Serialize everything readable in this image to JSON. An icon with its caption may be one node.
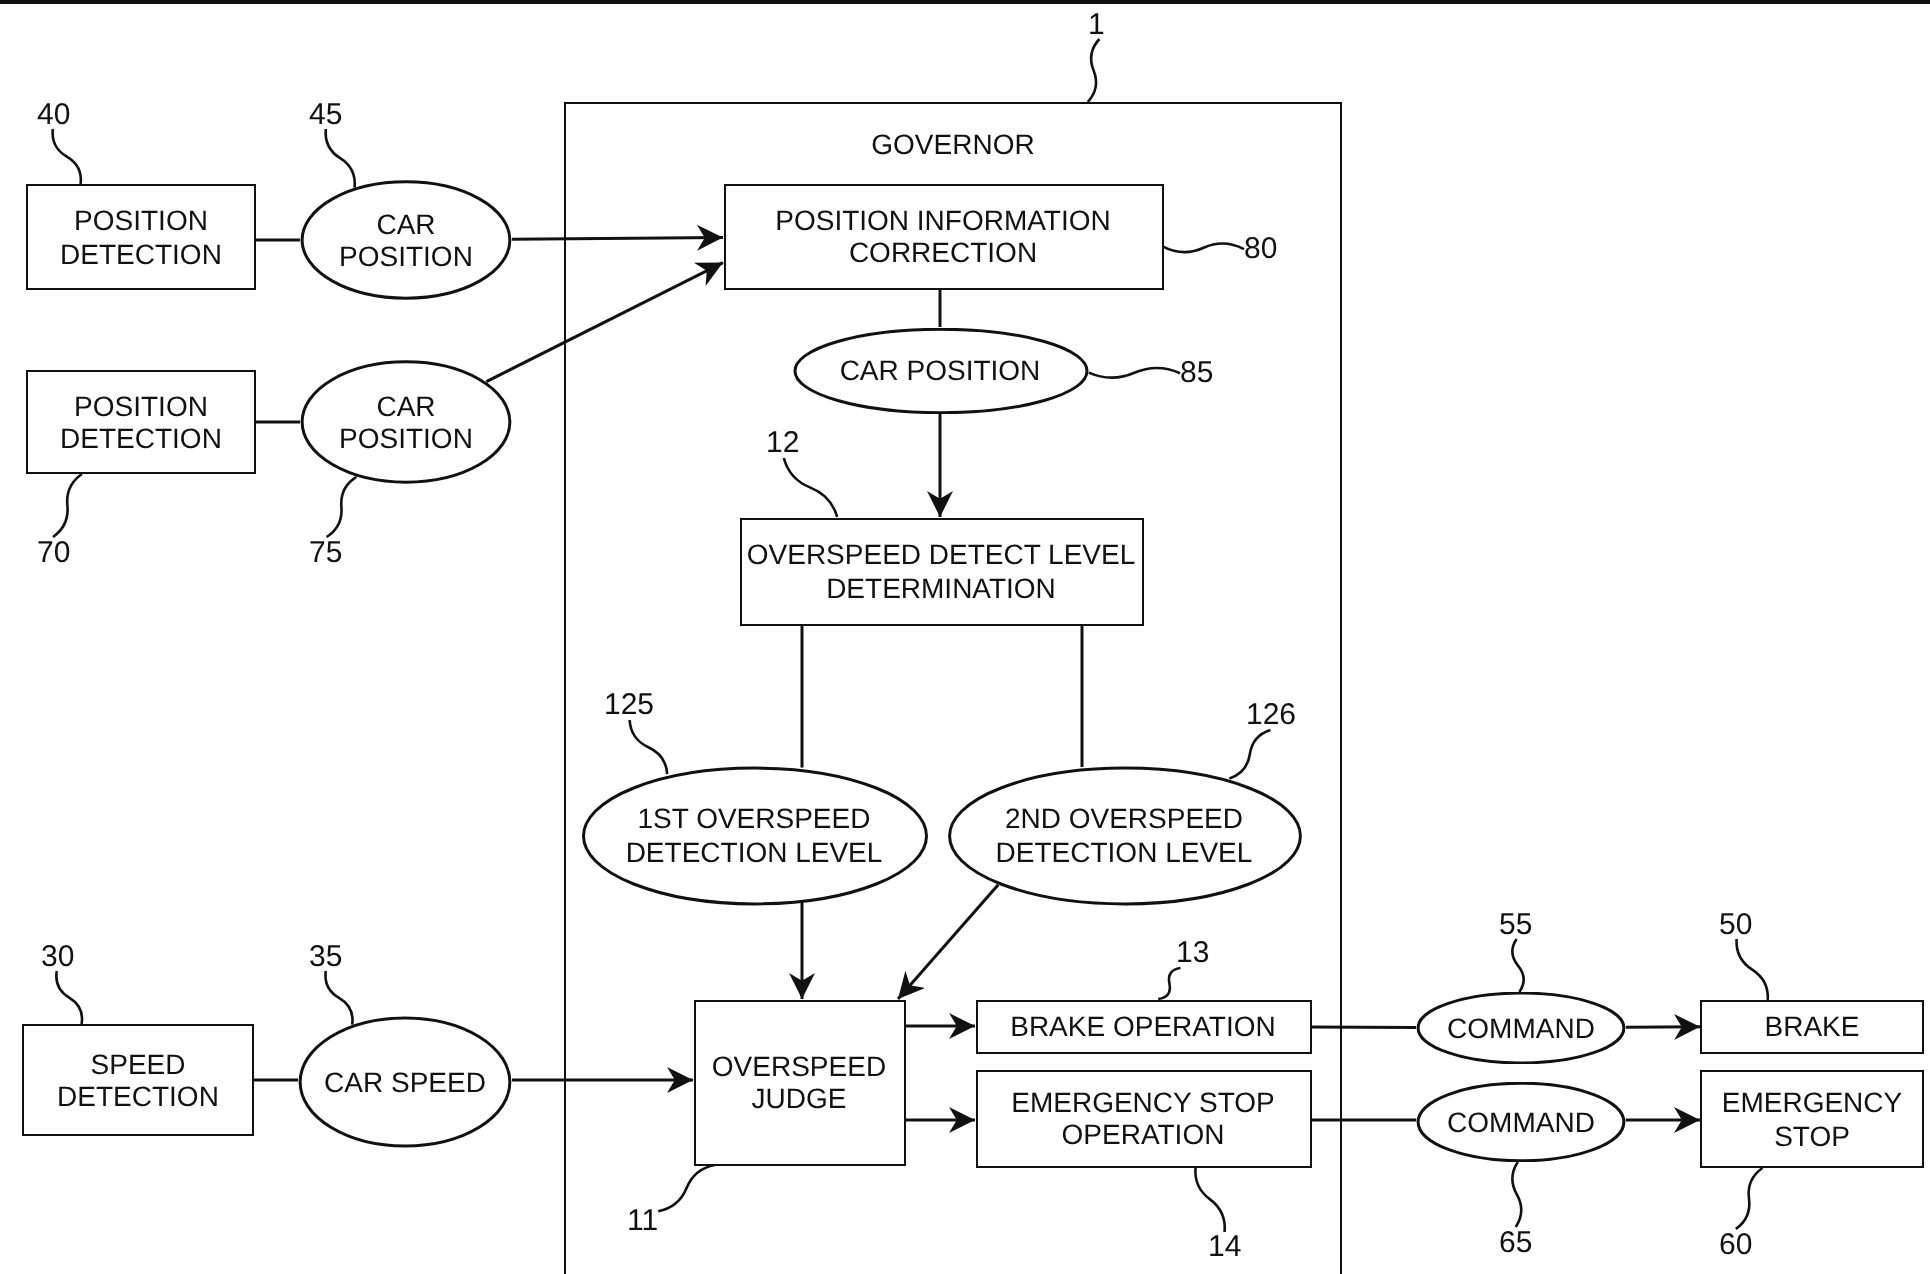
{
  "diagram": {
    "nodes": [
      {
        "text": [
          "GOVERNOR"
        ]
      },
      {
        "text": [
          "POSITION DETECTION"
        ]
      },
      {
        "text": [
          "CAR POSITION"
        ]
      },
      {
        "text": [
          "POSITION DETECTION"
        ]
      },
      {
        "text": [
          "CAR POSITION"
        ]
      },
      {
        "text": [
          "POSITION INFORMATION CORRECTION"
        ],
        "in": 0
      },
      {
        "text": [
          "CAR POSITION"
        ],
        "in": 0
      },
      {
        "text": [
          "OVERSPEED DETECT LEVEL DETERMINATION"
        ],
        "in": 0
      },
      {
        "text": [
          "1ST OVERSPEED DETECTION LEVEL"
        ],
        "in": 0
      },
      {
        "text": [
          "2ND OVERSPEED DETECTION LEVEL"
        ],
        "in": 0
      },
      {
        "text": [
          "SPEED DETECTION"
        ]
      },
      {
        "text": [
          "CAR SPEED"
        ]
      },
      {
        "text": [
          "OVERSPEED JUDGE"
        ],
        "in": 0
      },
      {
        "text": [
          "BRAKE OPERATION"
        ],
        "in": 0
      },
      {
        "text": [
          "EMERGENCY STOP OPERATION"
        ],
        "in": 0
      },
      {
        "text": [
          "COMMAND"
        ]
      },
      {
        "text": [
          "COMMAND"
        ]
      },
      {
        "text": [
          "BRAKE"
        ]
      },
      {
        "text": [
          "EMERGENCY STOP"
        ]
      },
      {
        "text": [
          "1"
        ]
      },
      {
        "text": [
          "40"
        ]
      },
      {
        "text": [
          "45"
        ]
      },
      {
        "text": [
          "70"
        ]
      },
      {
        "text": [
          "75"
        ]
      },
      {
        "text": [
          "80"
        ],
        "in": 0
      },
      {
        "text": [
          "85"
        ],
        "in": 0
      },
      {
        "text": [
          "12"
        ],
        "in": 0
      },
      {
        "text": [
          "125"
        ],
        "in": 0
      },
      {
        "text": [
          "126"
        ],
        "in": 0
      },
      {
        "text": [
          "30"
        ]
      },
      {
        "text": [
          "35"
        ]
      },
      {
        "text": [
          "11"
        ],
        "in": 0
      },
      {
        "text": [
          "13"
        ],
        "in": 0
      },
      {
        "text": [
          "14"
        ],
        "in": 0
      },
      {
        "text": [
          "55"
        ]
      },
      {
        "text": [
          "65"
        ]
      },
      {
        "text": [
          "50"
        ]
      },
      {
        "text": [
          "60"
        ]
      }
    ],
    "edges": [
      {
        "from": 1,
        "to": 2,
        "arrow": "none"
      },
      {
        "from": 2,
        "to": 5,
        "arrow": "to"
      },
      {
        "from": 3,
        "to": 4,
        "arrow": "none"
      },
      {
        "from": 4,
        "to": 5,
        "arrow": "to"
      },
      {
        "from": 5,
        "to": 6,
        "arrow": "none"
      },
      {
        "from": 6,
        "to": 7,
        "arrow": "to"
      },
      {
        "from": 7,
        "to": 8,
        "arrow": "none"
      },
      {
        "from": 7,
        "to": 9,
        "arrow": "none"
      },
      {
        "from": 8,
        "to": 12,
        "arrow": "to"
      },
      {
        "from": 9,
        "to": 12,
        "arrow": "to"
      },
      {
        "from": 10,
        "to": 11,
        "arrow": "none"
      },
      {
        "from": 11,
        "to": 12,
        "arrow": "to"
      },
      {
        "from": 12,
        "to": 13,
        "arrow": "to"
      },
      {
        "from": 12,
        "to": 14,
        "arrow": "to"
      },
      {
        "from": 13,
        "to": 15,
        "arrow": "none"
      },
      {
        "from": 15,
        "to": 17,
        "arrow": "to"
      },
      {
        "from": 14,
        "to": 16,
        "arrow": "none"
      },
      {
        "from": 16,
        "to": 18,
        "arrow": "to"
      },
      {
        "from": 19,
        "to": 0,
        "arrow": "none"
      },
      {
        "from": 20,
        "to": 1,
        "arrow": "none"
      },
      {
        "from": 21,
        "to": 2,
        "arrow": "none"
      },
      {
        "from": 22,
        "to": 3,
        "arrow": "none"
      },
      {
        "from": 23,
        "to": 4,
        "arrow": "none"
      },
      {
        "from": 24,
        "to": 5,
        "arrow": "none"
      },
      {
        "from": 25,
        "to": 6,
        "arrow": "none"
      },
      {
        "from": 26,
        "to": 7,
        "arrow": "none"
      },
      {
        "from": 27,
        "to": 8,
        "arrow": "none"
      },
      {
        "from": 28,
        "to": 9,
        "arrow": "none"
      },
      {
        "from": 29,
        "to": 10,
        "arrow": "none"
      },
      {
        "from": 30,
        "to": 11,
        "arrow": "none"
      },
      {
        "from": 31,
        "to": 12,
        "arrow": "none"
      },
      {
        "from": 32,
        "to": 13,
        "arrow": "none"
      },
      {
        "from": 33,
        "to": 14,
        "arrow": "none"
      },
      {
        "from": 34,
        "to": 15,
        "arrow": "none"
      },
      {
        "from": 35,
        "to": 16,
        "arrow": "none"
      },
      {
        "from": 36,
        "to": 17,
        "arrow": "none"
      },
      {
        "from": 37,
        "to": 18,
        "arrow": "none"
      }
    ]
  }
}
